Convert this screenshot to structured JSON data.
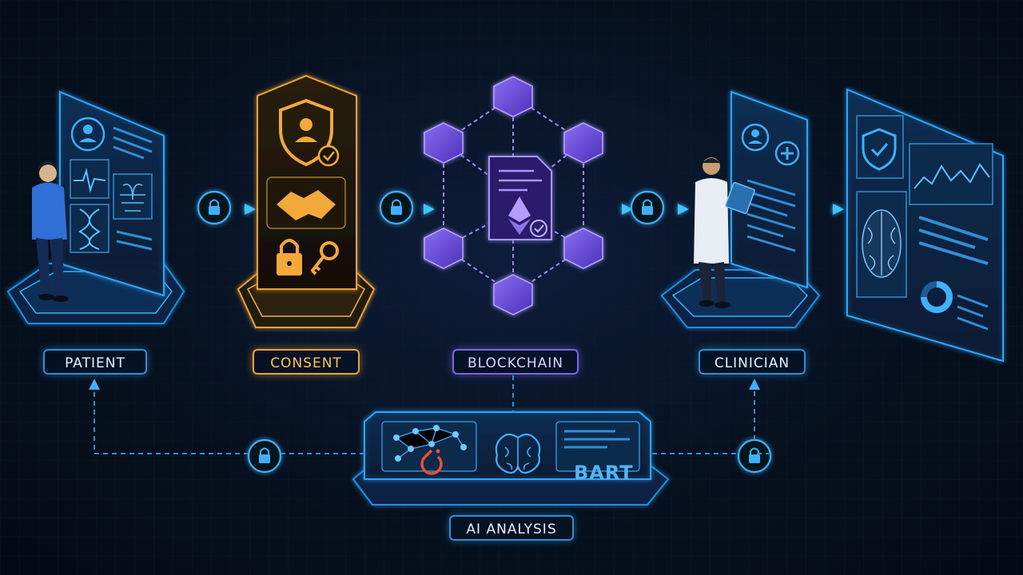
{
  "labels": {
    "patient": "PATIENT",
    "consent": "CONSENT",
    "blockchain": "BLOCKCHAIN",
    "clinician": "CLINICIAN",
    "ai_analysis": "AI ANALYSIS",
    "bart": "BART"
  },
  "icons": {
    "patient_panel": [
      "user-avatar-icon",
      "ecg-waveform-icon",
      "chest-xray-icon",
      "dna-icon"
    ],
    "consent_panel": [
      "shield-user-icon",
      "checkmark-icon",
      "handshake-icon",
      "padlock-icon",
      "key-icon"
    ],
    "blockchain": [
      "cube-icon",
      "document-icon",
      "ethereum-icon",
      "checkmark-icon"
    ],
    "clinician_panel": [
      "user-avatar-icon",
      "medical-cross-icon",
      "clipboard-icon"
    ],
    "dashboard": [
      "shield-check-icon",
      "line-chart-icon",
      "brain-scan-icon",
      "donut-chart-icon"
    ],
    "ai_panel": [
      "neural-network-icon",
      "pytorch-icon",
      "brain-icon"
    ],
    "connectors": [
      "padlock-icon",
      "arrow-right-icon"
    ]
  },
  "colors": {
    "accent_blue": "#2f8fd6",
    "consent_orange": "#e9a33a",
    "blockchain_purple": "#7b64e6",
    "pytorch_red": "#e8502f"
  }
}
